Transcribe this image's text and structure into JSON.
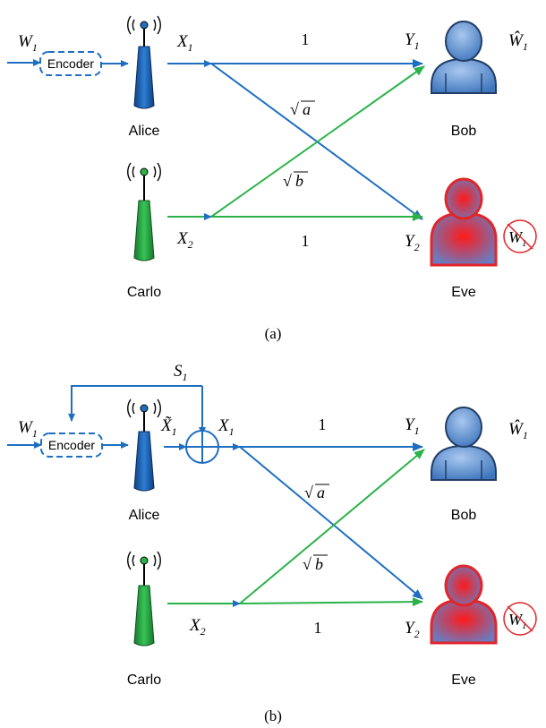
{
  "colors": {
    "blue": "#1f6fc1",
    "green": "#2bb34a",
    "red": "#e0262b",
    "bob_fill": "#6b9bd6",
    "eve_fill": "#c0434a"
  },
  "panel_a": {
    "caption": "(a)",
    "input": "W",
    "input_sub": "1",
    "encoder": "Encoder",
    "alice": "Alice",
    "carlo": "Carlo",
    "bob": "Bob",
    "eve": "Eve",
    "x1": "X",
    "x1_sub": "1",
    "x2": "X",
    "x2_sub": "2",
    "y1": "Y",
    "y1_sub": "1",
    "y2": "Y",
    "y2_sub": "2",
    "gain_top": "1",
    "gain_bottom": "1",
    "gain_a": "a",
    "gain_b": "b",
    "bob_estimate": "Ŵ",
    "bob_estimate_sub": "1",
    "eve_blocked": "W",
    "eve_blocked_sub": "1"
  },
  "panel_b": {
    "caption": "(b)",
    "input": "W",
    "input_sub": "1",
    "encoder": "Encoder",
    "alice": "Alice",
    "carlo": "Carlo",
    "bob": "Bob",
    "eve": "Eve",
    "state": "S",
    "state_sub": "1",
    "xt": "X̃",
    "xt_sub": "1",
    "x1": "X",
    "x1_sub": "1",
    "x2": "X",
    "x2_sub": "2",
    "y1": "Y",
    "y1_sub": "1",
    "y2": "Y",
    "y2_sub": "2",
    "gain_top": "1",
    "gain_bottom": "1",
    "gain_a": "a",
    "gain_b": "b",
    "bob_estimate": "Ŵ",
    "bob_estimate_sub": "1",
    "eve_blocked": "W",
    "eve_blocked_sub": "1"
  }
}
